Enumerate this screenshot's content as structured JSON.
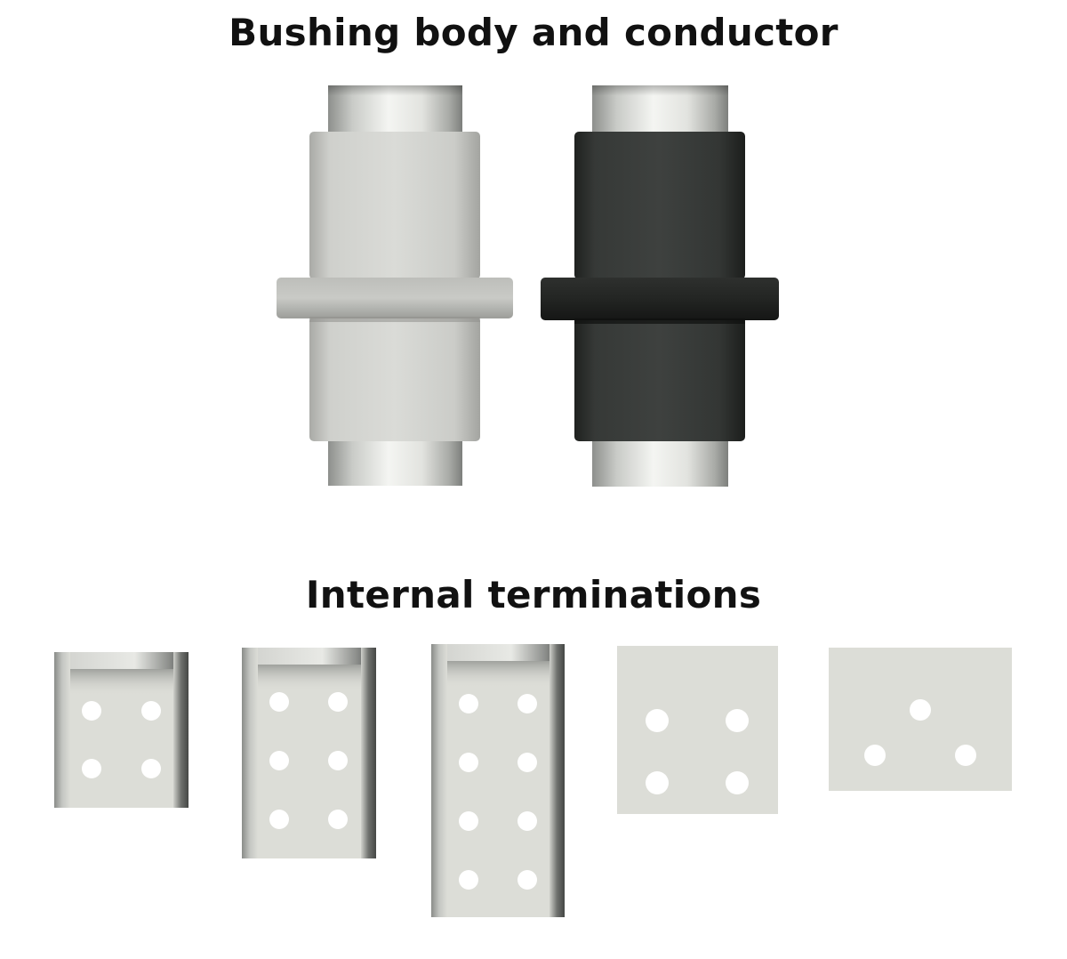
{
  "headings": {
    "body_conductor": "Bushing body and conductor",
    "terminations": "Internal terminations"
  },
  "colors": {
    "light_body": "#d8d9d5",
    "dark_body": "#3a3d3b",
    "plate": "#dcddd7",
    "hole": "#ffffff"
  },
  "bushings": [
    {
      "name": "light-grey bushing",
      "color": "light"
    },
    {
      "name": "black bushing",
      "color": "dark"
    }
  ],
  "terminations": [
    {
      "type": "angle",
      "hole_rows": 2,
      "hole_cols": 2
    },
    {
      "type": "angle",
      "hole_rows": 3,
      "hole_cols": 2
    },
    {
      "type": "angle",
      "hole_rows": 4,
      "hole_cols": 2
    },
    {
      "type": "flat",
      "hole_pattern": "4-hole square"
    },
    {
      "type": "flat",
      "hole_pattern": "3-hole triangle"
    }
  ]
}
